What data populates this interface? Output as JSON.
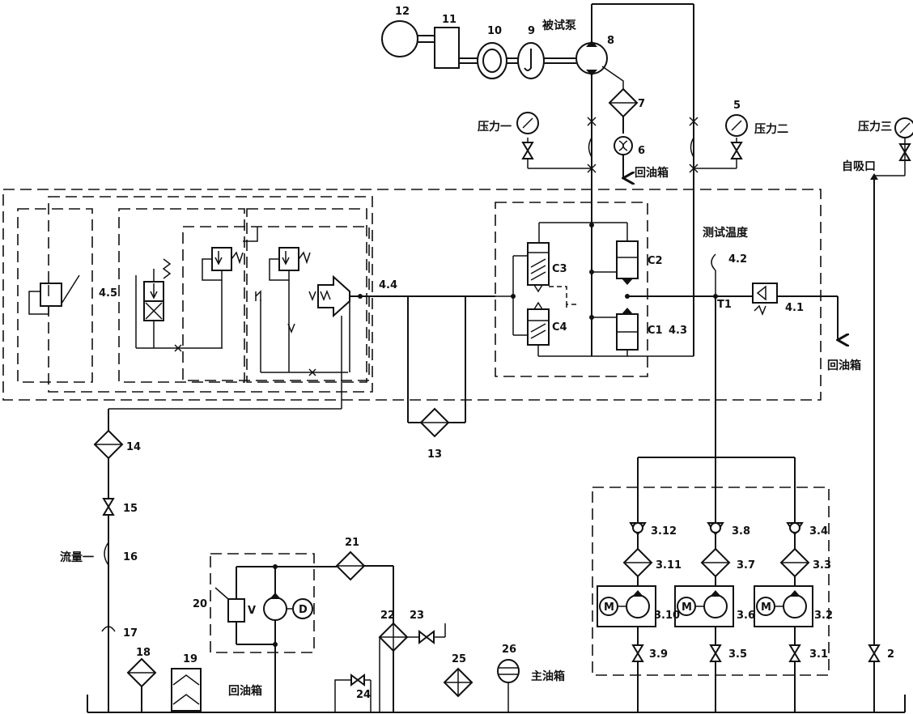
{
  "labels": {
    "pump_under_test": "被试泵",
    "pressure_1": "压力一",
    "pressure_2": "压力二",
    "pressure_3": "压力三",
    "self_suction_port": "自吸口",
    "return_tank_top": "回油箱",
    "return_tank_right": "回油箱",
    "test_temperature": "测试温度",
    "flow_1": "流量一",
    "return_tank_bottom": "回油箱",
    "main_tank": "主油箱"
  },
  "numbers": {
    "n12": "12",
    "n11": "11",
    "n10": "10",
    "n9": "9",
    "n8": "8",
    "n7": "7",
    "n6": "6",
    "n5": "5",
    "n4_5": "4.5",
    "n4_4": "4.4",
    "n4_3": "4.3",
    "n4_2": "4.2",
    "n4_1": "4.1",
    "c3": "C3",
    "c4": "C4",
    "c2": "C2",
    "c1": "C1",
    "t1": "T1",
    "n13": "13",
    "n14": "14",
    "n15": "15",
    "n16": "16",
    "n17": "17",
    "n18": "18",
    "n19": "19",
    "n20": "20",
    "n21": "21",
    "n22": "22",
    "n23": "23",
    "n24": "24",
    "n25": "25",
    "n26": "26",
    "n3_12": "3.12",
    "n3_11": "3.11",
    "n3_10": "3.10",
    "n3_9": "3.9",
    "n3_8": "3.8",
    "n3_7": "3.7",
    "n3_6": "3.6",
    "n3_5": "3.5",
    "n3_4": "3.4",
    "n3_3": "3.3",
    "n3_2": "3.2",
    "n3_1": "3.1",
    "n2": "2"
  },
  "symbols": {
    "motor": "M",
    "drain": "D",
    "valve_v": "V"
  }
}
